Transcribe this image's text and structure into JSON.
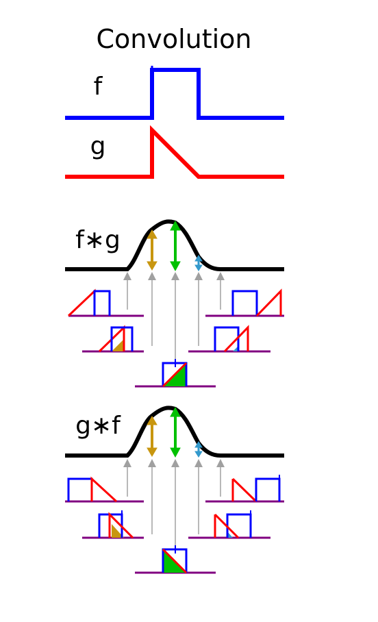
{
  "title": "Convolution",
  "labels": {
    "f": "f",
    "g": "g",
    "f_conv_g": "f∗g",
    "g_conv_f": "g∗f"
  },
  "colors": {
    "f": "#0000ff",
    "g": "#ff0000",
    "result": "#000000",
    "baseline": "#800080",
    "arrow_gray": "#a0a0a0",
    "overlap_gold": "#c8960f",
    "overlap_green": "#00c000",
    "overlap_cyan": "#3399cc"
  }
}
